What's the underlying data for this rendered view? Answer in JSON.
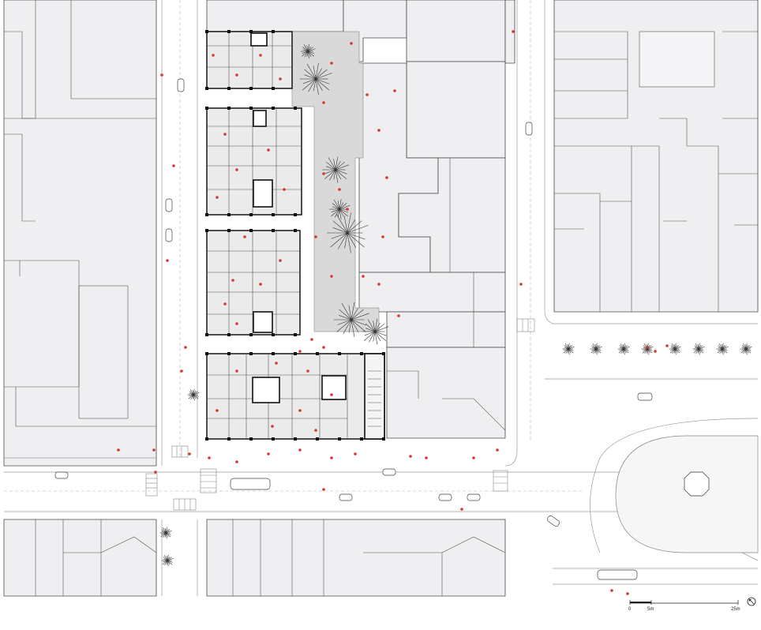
{
  "scale_bar": {
    "ticks": [
      "0",
      "5m",
      "25m"
    ]
  },
  "icons": {
    "north": "north-arrow-icon"
  },
  "colors": {
    "people": "#d23a2a",
    "blocks": "#efeef0",
    "building_outline": "#222222",
    "courtyard": "#d9d9d9"
  }
}
